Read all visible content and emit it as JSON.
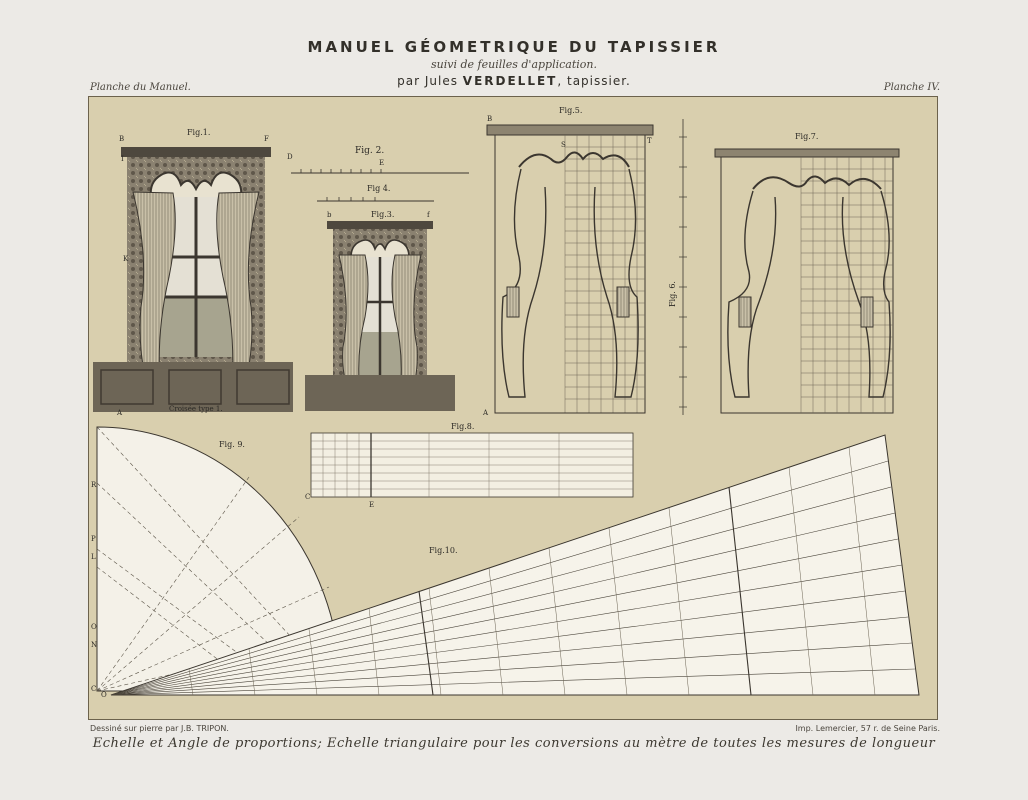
{
  "header": {
    "title": "MANUEL GÉOMETRIQUE DU TAPISSIER",
    "subtitle": "suivi de feuilles d'application.",
    "author_prefix": "par Jules",
    "author_name": "VERDELLET",
    "author_suffix": ", tapissier."
  },
  "corners": {
    "left": "Planche du Manuel.",
    "right": "Planche IV."
  },
  "figures": {
    "fig1": "Fig.1.",
    "fig1_caption": "Croisée type 1.",
    "fig2": "Fig. 2.",
    "fig3": "Fig.3.",
    "fig4": "Fig 4.",
    "fig5": "Fig.5.",
    "fig6": "Fig. 6.",
    "fig7": "Fig.7.",
    "fig8": "Fig.8.",
    "fig9": "Fig. 9.",
    "fig10": "Fig.10."
  },
  "letters": {
    "B": "B",
    "F": "F",
    "I": "I",
    "K": "K",
    "A": "A",
    "D": "D",
    "E": "E",
    "b": "b",
    "f": "f",
    "T": "T",
    "S": "S",
    "C": "C",
    "O": "O",
    "N": "N",
    "L": "L",
    "P": "P",
    "R": "R"
  },
  "footer": {
    "left": "Dessiné sur pierre par J.B. TRIPON.",
    "right": "Imp. Lemercier, 57 r. de Seine Paris.",
    "caption": "Echelle et Angle de proportions; Echelle triangulaire pour les conversions au mètre de toutes les mesures de longueur"
  },
  "colors": {
    "paper": "#eceae6",
    "plate": "#d9cfae",
    "ink": "#2c2a26"
  }
}
